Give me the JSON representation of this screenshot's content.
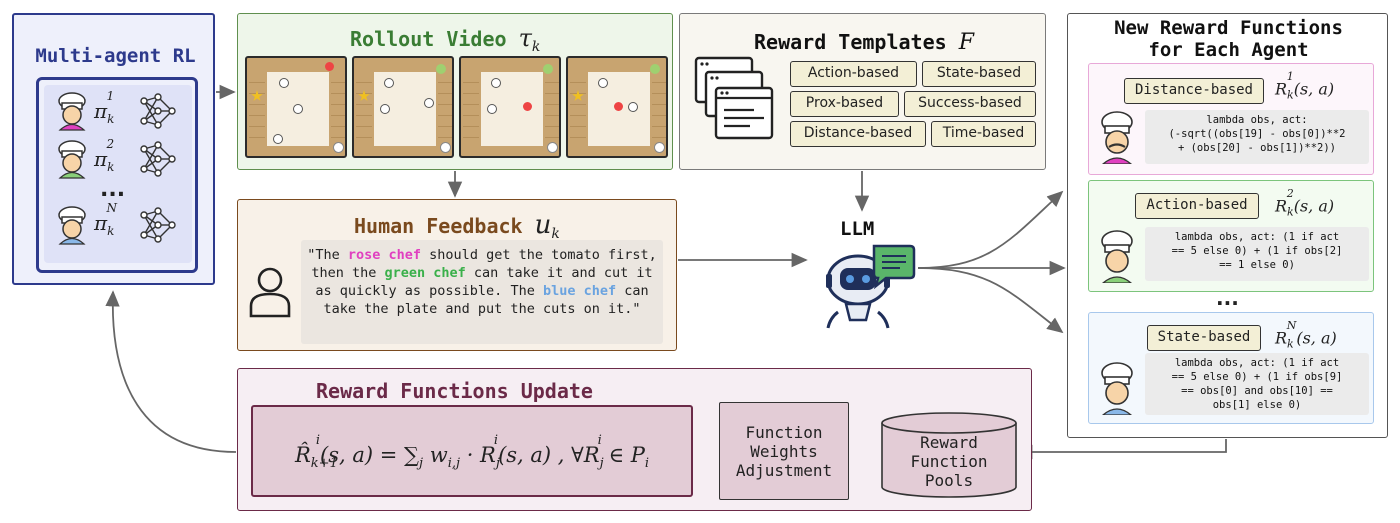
{
  "marl": {
    "title": "Multi-agent RL",
    "policies": [
      {
        "symbol": "π",
        "sup": "1",
        "sub": "k"
      },
      {
        "symbol": "π",
        "sup": "2",
        "sub": "k"
      },
      {
        "symbol": "π",
        "sup": "N",
        "sub": "k"
      }
    ],
    "ellipsis": "..."
  },
  "rollout": {
    "title": "Rollout Video",
    "symbol": "τ",
    "sub": "k"
  },
  "templates": {
    "title": "Reward Templates",
    "symbol": "F",
    "items": [
      "Action-based",
      "State-based",
      "Prox-based",
      "Success-based",
      "Distance-based",
      "Time-based"
    ]
  },
  "human": {
    "title": "Human Feedback",
    "symbol": "u",
    "sub": "k",
    "quote": {
      "p1": "\"The ",
      "rose": "rose chef",
      "p2": " should get the tomato first, then the ",
      "green": "green chef",
      "p3": " can take it and cut it as quickly as possible. The ",
      "blue": "blue chef",
      "p4": " can take the plate and put the cuts on it.\""
    }
  },
  "llm": {
    "label": "LLM"
  },
  "newrf": {
    "title_line1": "New Reward Functions",
    "title_line2": "for Each Agent",
    "ellipsis": "...",
    "agents": [
      {
        "template": "Distance-based",
        "sup": "1",
        "code": [
          "lambda obs, act:",
          "(-sqrt((obs[19] - obs[0])**2",
          "+ (obs[20] - obs[1])**2))"
        ],
        "border": "#e8a8d8",
        "bg": "#fdf6fb"
      },
      {
        "template": "Action-based",
        "sup": "2",
        "code": [
          "lambda obs, act: (1 if act",
          "== 5 else 0) + (1 if obs[2]",
          "== 1 else 0)"
        ],
        "border": "#7cc47c",
        "bg": "#f3fbf1"
      },
      {
        "template": "State-based",
        "sup": "N",
        "code": [
          "lambda obs, act: (1 if act",
          "== 5 else 0) + (1 if obs[9]",
          "== obs[0] and obs[10] ==",
          "obs[1] else 0)"
        ],
        "border": "#a8c8ec",
        "bg": "#f3f8fd"
      }
    ]
  },
  "update": {
    "title": "Reward Functions Update",
    "weights_line1": "Function",
    "weights_line2": "Weights",
    "weights_line3": "Adjustment",
    "pools_line1": "Reward",
    "pools_line2": "Function",
    "pools_line3": "Pools"
  },
  "colors": {
    "marl": "#2d3a8c",
    "rollout": "#3a7d34",
    "human": "#7a4a1e",
    "update": "#6b2a48"
  }
}
